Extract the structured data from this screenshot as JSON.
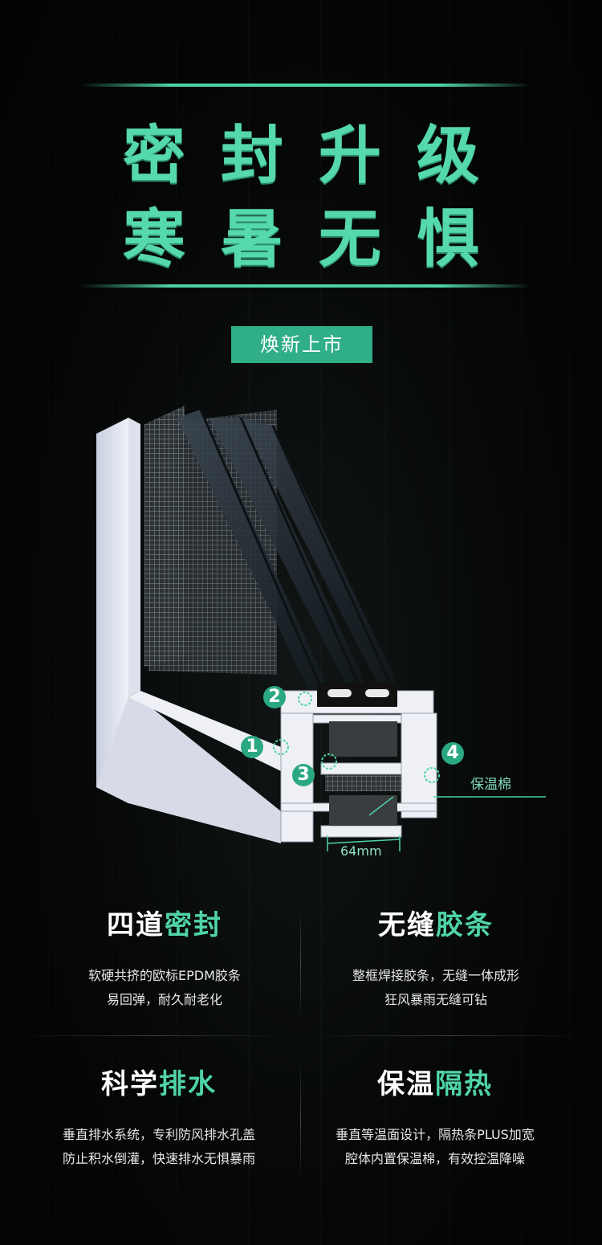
{
  "headline": {
    "line1": "密封升级",
    "line2": "寒暑无惧"
  },
  "badge": "焕新上市",
  "diagram": {
    "callouts": [
      "1",
      "2",
      "3",
      "4"
    ],
    "insulation_label": "保温棉",
    "dimension_label": "64mm"
  },
  "features": [
    {
      "title_white": "四道",
      "title_green": "密封",
      "line1": "软硬共挤的欧标EPDM胶条",
      "line2": "易回弹，耐久耐老化"
    },
    {
      "title_white": "无缝",
      "title_green": "胶条",
      "line1": "整框焊接胶条，无缝一体成形",
      "line2": "狂风暴雨无缝可钻"
    },
    {
      "title_white": "科学",
      "title_green": "排水",
      "line1": "垂直排水系统，专利防风排水孔盖",
      "line2": "防止积水倒灌，快速排水无惧暴雨"
    },
    {
      "title_white": "保温",
      "title_green": "隔热",
      "line1": "垂直等温面设计，隔热条PLUS加宽",
      "line2": "腔体内置保温棉，有效控温降噪"
    }
  ],
  "colors": {
    "accent": "#4dd3a7",
    "badge_bg": "#2fae87",
    "background": "#050606"
  }
}
